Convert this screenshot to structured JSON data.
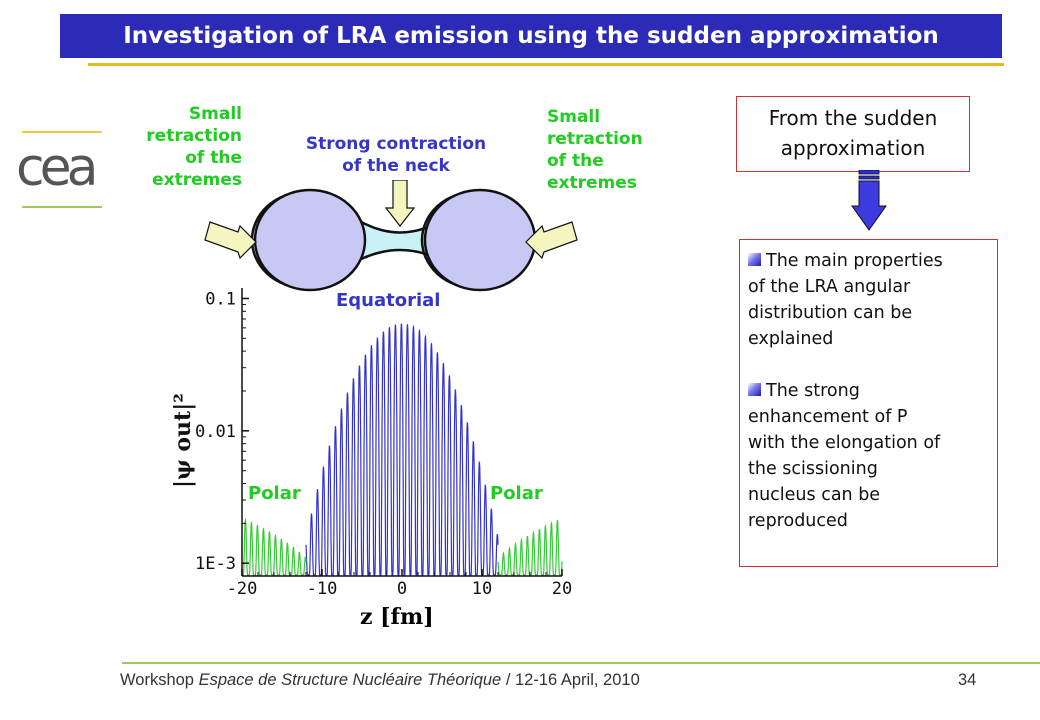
{
  "title": "Investigation of LRA emission using the sudden approximation",
  "logo": {
    "text": "cea",
    "line_color": "#f5c842",
    "line_color2": "#a3c95a"
  },
  "labels": {
    "left_retraction": [
      "Small",
      "retraction",
      "of the",
      "extremes"
    ],
    "right_retraction": [
      "Small",
      "retraction",
      "of the",
      "extremes"
    ],
    "neck": [
      "Strong contraction",
      "of the neck"
    ],
    "equatorial": "Equatorial",
    "polar_left": "Polar",
    "polar_right": "Polar"
  },
  "right_panel": {
    "top_box": [
      "From the sudden",
      "approximation"
    ],
    "bullets": [
      [
        "The main properties",
        "of the LRA angular",
        "distribution can be",
        "explained"
      ],
      [
        "The strong",
        "enhancement of P",
        "with the elongation of",
        "the scissioning",
        "nucleus can be",
        "reproduced"
      ]
    ]
  },
  "footer": {
    "prefix": "Workshop ",
    "italic": "Espace de Structure Nucléaire Théorique",
    "suffix": " / 12-16 April, 2010",
    "page": "34"
  },
  "chart_data": {
    "type": "line",
    "xlabel": "z [fm]",
    "ylabel": "|ψ out|²",
    "xlim": [
      -20,
      20
    ],
    "ylim": [
      0.0008,
      0.12
    ],
    "yscale": "log",
    "xticks": [
      -20,
      -10,
      0,
      10,
      20
    ],
    "xtick_labels": [
      "-20",
      "-10",
      "0",
      "10",
      "20"
    ],
    "yticks": [
      0.001,
      0.01,
      0.1
    ],
    "ytick_labels": [
      "1E-3",
      "0.01",
      "0.1"
    ],
    "series": [
      {
        "color": "#3333cc",
        "region": [
          -12,
          12
        ],
        "envelope_peak": 0.065,
        "envelope_width": 4.4,
        "oscillation_period": 0.75
      },
      {
        "color": "#33cc33",
        "region_left": [
          -20,
          -12
        ],
        "region_right": [
          12,
          20
        ],
        "peak_value": 0.0022,
        "oscillation_period": 0.75
      }
    ],
    "colors": {
      "equatorial": "#3535c8",
      "polar": "#22cc22",
      "nucleus_fill": "#c8c8f5",
      "neck_fill": "#c8f2f5",
      "arrow_fill": "#f5f5c0"
    }
  }
}
